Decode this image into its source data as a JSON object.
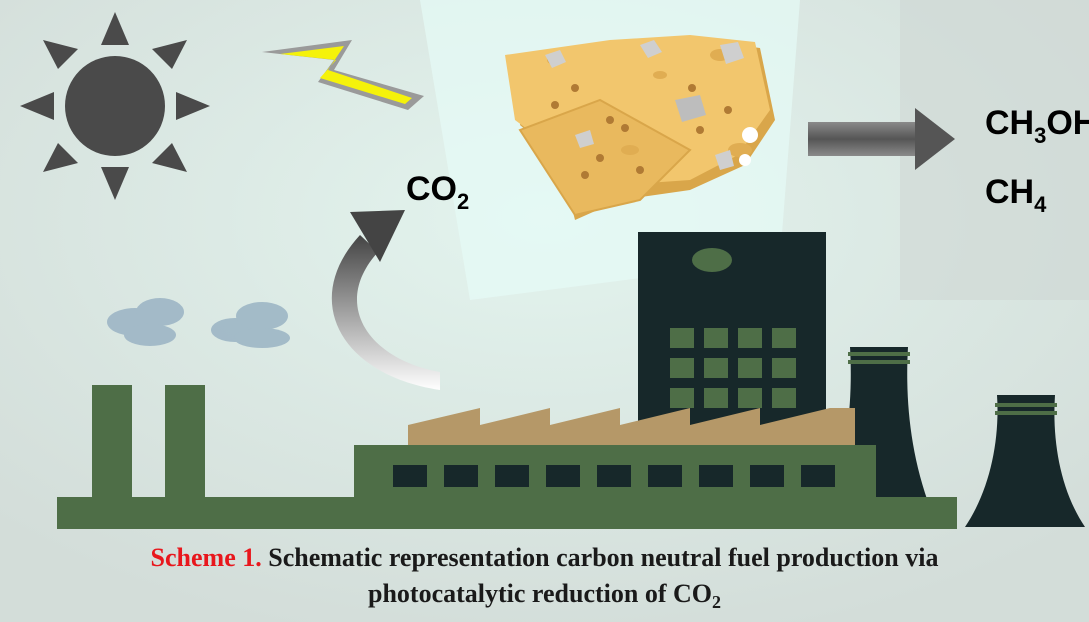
{
  "labels": {
    "co2_main": "CO",
    "co2_sub": "2",
    "product1_main": "CH",
    "product1_sub": "3",
    "product1_tail": "OH",
    "product2_main": "CH",
    "product2_sub": "4"
  },
  "caption": {
    "lead": "Scheme 1.",
    "line1": " Schematic representation carbon neutral fuel production via",
    "line2": "photocatalytic reduction of CO",
    "line2_sub": "2"
  },
  "colors": {
    "background": "#dfe9e4",
    "sun": "#4a4a4a",
    "lightning_fill": "#f5f20a",
    "lightning_outline": "#9a9a9a",
    "cheese": "#f2c66d",
    "cheese_edge": "#d9a64a",
    "arrow": "#5e5e5e",
    "factory_green": "#4e6e47",
    "factory_dark": "#17282a",
    "roof_tan": "#b59868",
    "window_green": "#4e6e47",
    "smoke": "#9ab3c4",
    "caption_lead": "#e8171d"
  },
  "icons": {
    "sun": "sun-icon",
    "lightning": "lightning-icon",
    "catalyst": "catalyst-sheets-icon",
    "arrow": "reaction-arrow-icon",
    "factory": "factory-icon"
  }
}
